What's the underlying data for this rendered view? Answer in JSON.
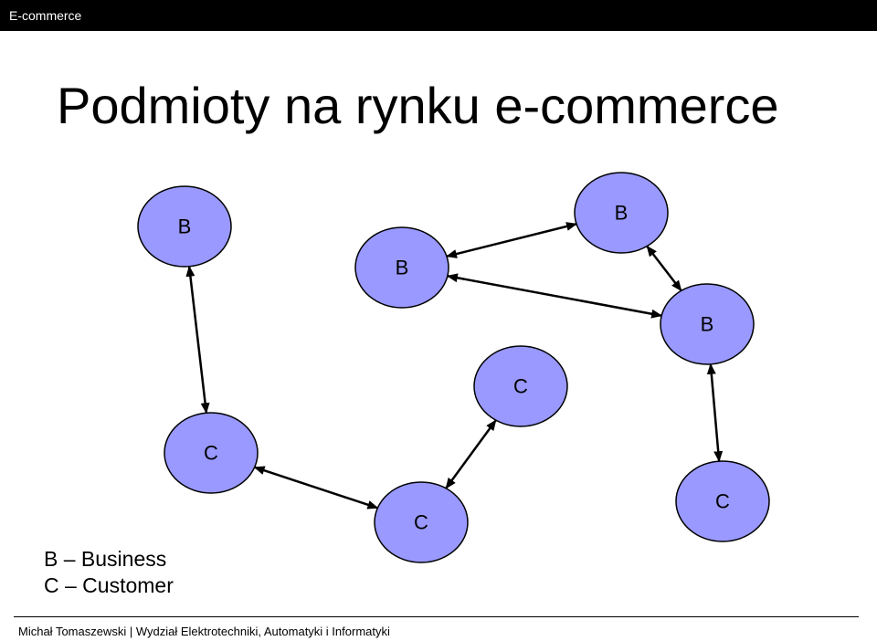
{
  "header": {
    "course": "E-commerce"
  },
  "title": "Podmioty na rynku e-commerce",
  "diagram": {
    "node_fill": "#9999ff",
    "node_stroke": "#000000",
    "nodes": [
      {
        "id": "b1",
        "label": "B"
      },
      {
        "id": "b2",
        "label": "B"
      },
      {
        "id": "b3",
        "label": "B"
      },
      {
        "id": "b4",
        "label": "B"
      },
      {
        "id": "c1",
        "label": "C"
      },
      {
        "id": "c2",
        "label": "C"
      },
      {
        "id": "c3",
        "label": "C"
      },
      {
        "id": "c4",
        "label": "C"
      }
    ],
    "edges": [
      {
        "from": "b1",
        "to": "c2"
      },
      {
        "from": "b2",
        "to": "b3"
      },
      {
        "from": "b2",
        "to": "b4"
      },
      {
        "from": "b3",
        "to": "b4"
      },
      {
        "from": "b4",
        "to": "c4"
      },
      {
        "from": "c2",
        "to": "c3"
      },
      {
        "from": "c3",
        "to": "c1"
      }
    ]
  },
  "legend": {
    "business": "B – Business",
    "customer": "C – Customer"
  },
  "footer": "Michał Tomaszewski | Wydział Elektrotechniki, Automatyki i Informatyki"
}
